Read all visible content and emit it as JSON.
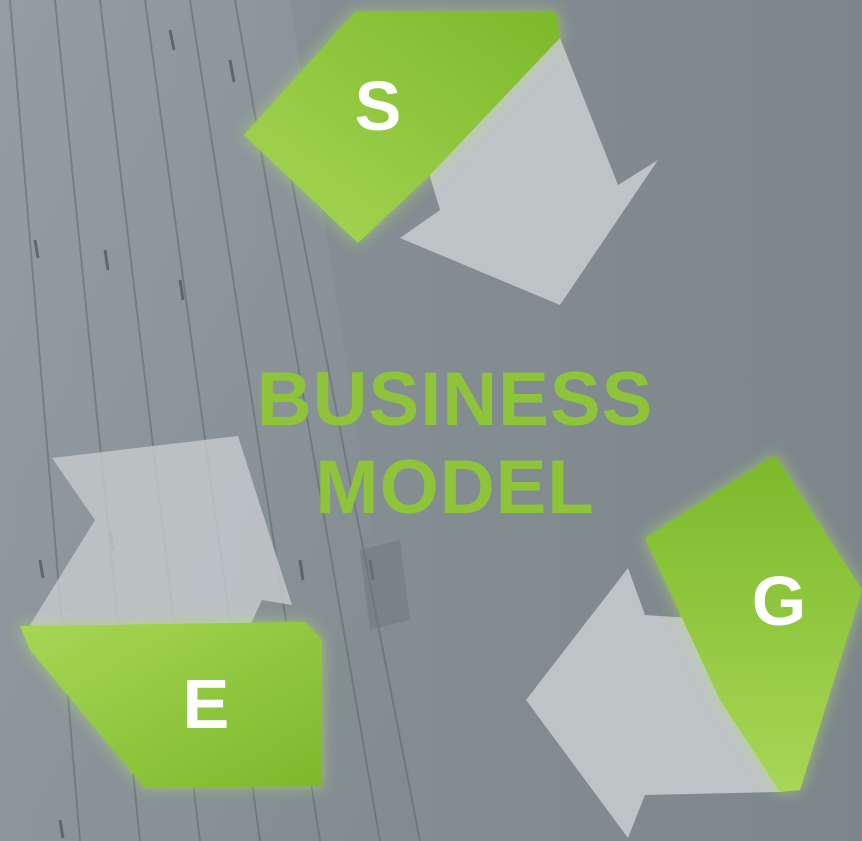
{
  "diagram": {
    "center_title": [
      "BUSINESS",
      "MODEL"
    ],
    "segments": [
      {
        "id": "s",
        "letter": "S"
      },
      {
        "id": "g",
        "letter": "G"
      },
      {
        "id": "e",
        "letter": "E"
      }
    ]
  },
  "colors": {
    "background": "#7f8a8e",
    "accent_green": "#8fc43a",
    "green_light": "#a8d657",
    "green_dark": "#7cb92a",
    "arrow_gray": "#c3c8ca",
    "text_white": "#ffffff"
  }
}
